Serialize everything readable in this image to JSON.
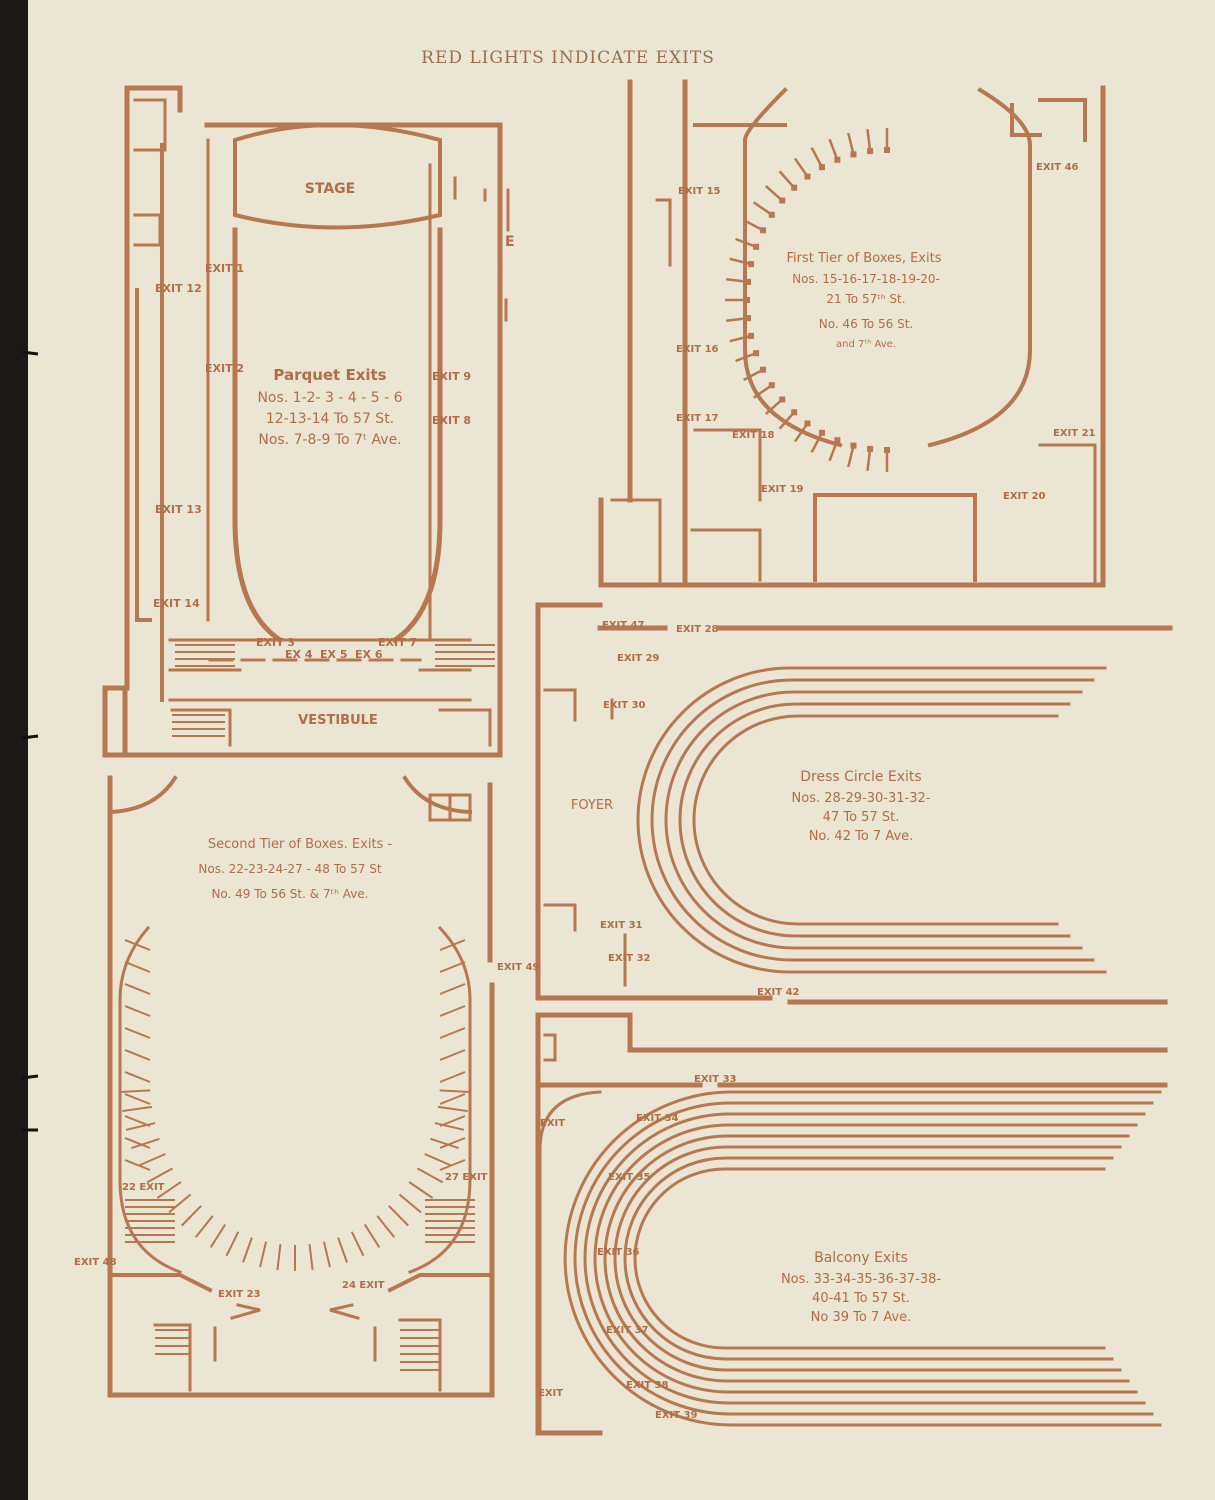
{
  "header": "RED LIGHTS INDICATE EXITS",
  "parquet": {
    "stage": "STAGE",
    "vestibule": "VESTIBULE",
    "title": "Parquet Exits",
    "lines": [
      "Nos. 1-2- 3 - 4 - 5 - 6",
      "12-13-14 To 57 St.",
      "Nos. 7-8-9 To 7ᵗ Ave."
    ],
    "exits": [
      "EXIT 1",
      "EXIT 2",
      "EXIT 12",
      "EXIT 13",
      "EXIT 14",
      "EXIT 9",
      "EXIT 8",
      "EXIT 3",
      "EX 4",
      "EX 5",
      "EX 6",
      "EXIT 7"
    ],
    "mark": "E"
  },
  "first_tier": {
    "title": "First Tier of Boxes, Exits",
    "lines": [
      "Nos. 15-16-17-18-19-20-",
      "21 To 57ᵗʰ St.",
      "No. 46 To 56 St.",
      "and 7ᵗʰ Ave."
    ],
    "exits": [
      "EXIT 15",
      "EXIT 16",
      "EXIT 17",
      "EXIT 18",
      "EXIT 19",
      "EXIT 46",
      "EXIT 21",
      "EXIT 20"
    ]
  },
  "dress_circle": {
    "foyer": "FOYER",
    "title": "Dress Circle Exits",
    "lines": [
      "Nos. 28-29-30-31-32-",
      "47 To 57 St.",
      "No. 42 To 7 Ave."
    ],
    "exits": [
      "EXIT 47",
      "EXIT 28",
      "EXIT 29",
      "EXIT 30",
      "EXIT 31",
      "EXIT 32",
      "EXIT 42"
    ]
  },
  "second_tier": {
    "title": "Second Tier of Boxes. Exits -",
    "lines": [
      "Nos. 22-23-24-27 - 48 To 57 St",
      "No. 49 To 56 St. & 7ᵗʰ Ave."
    ],
    "exits": [
      "EXIT 49",
      "22 EXIT",
      "27 EXIT",
      "EXIT 48",
      "EXIT 23",
      "24 EXIT"
    ]
  },
  "balcony": {
    "title": "Balcony Exits",
    "lines": [
      "Nos. 33-34-35-36-37-38-",
      "40-41 To 57 St.",
      "No 39 To 7 Ave."
    ],
    "exits": [
      "EXIT 33",
      "EXIT",
      "EXIT 34",
      "EXIT 35",
      "EXIT 36",
      "EXIT 37",
      "EXIT 38",
      "EXIT 39",
      "EXIT"
    ]
  },
  "colors": {
    "ink": "#b7774f",
    "paper": "#ebe5d4",
    "spine": "#1b1a18"
  }
}
